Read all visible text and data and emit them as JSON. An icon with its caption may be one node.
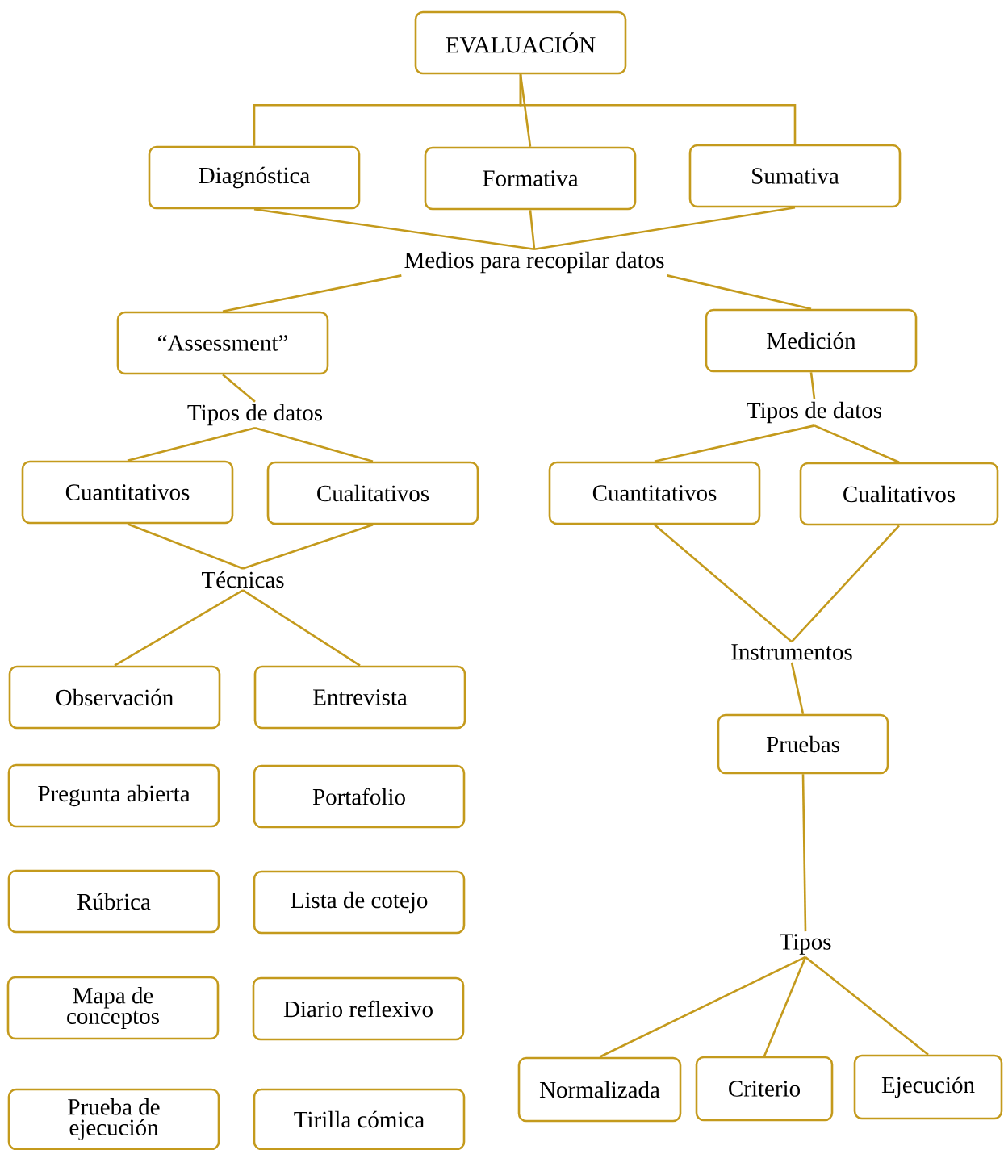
{
  "diagram": {
    "nodes": [
      {
        "text": [
          "EVALUACIÓN"
        ]
      },
      {
        "text": [
          "Diagnóstica"
        ]
      },
      {
        "text": [
          "Formativa"
        ]
      },
      {
        "text": [
          "Sumativa"
        ]
      },
      {
        "text": [
          "Medios para recopilar datos"
        ]
      },
      {
        "text": [
          "“Assessment”"
        ]
      },
      {
        "text": [
          "Medición"
        ]
      },
      {
        "text": [
          "Tipos de datos"
        ]
      },
      {
        "text": [
          "Tipos de datos"
        ]
      },
      {
        "text": [
          "Cuantitativos"
        ]
      },
      {
        "text": [
          "Cualitativos"
        ]
      },
      {
        "text": [
          "Cuantitativos"
        ]
      },
      {
        "text": [
          "Cualitativos"
        ]
      },
      {
        "text": [
          "Técnicas"
        ]
      },
      {
        "text": [
          "Instrumentos"
        ]
      },
      {
        "text": [
          "Observación"
        ]
      },
      {
        "text": [
          "Entrevista"
        ]
      },
      {
        "text": [
          "Pregunta abierta"
        ]
      },
      {
        "text": [
          "Portafolio"
        ]
      },
      {
        "text": [
          "Rúbrica"
        ]
      },
      {
        "text": [
          "Lista de cotejo"
        ]
      },
      {
        "text": [
          "Mapa de conceptos"
        ]
      },
      {
        "text": [
          "Diario reflexivo"
        ]
      },
      {
        "text": [
          "Prueba de ejecución"
        ]
      },
      {
        "text": [
          "Tirilla cómica"
        ]
      },
      {
        "text": [
          "Pruebas"
        ]
      },
      {
        "text": [
          "Tipos"
        ]
      },
      {
        "text": [
          "Normalizada"
        ]
      },
      {
        "text": [
          "Criterio"
        ]
      },
      {
        "text": [
          "Ejecución"
        ]
      }
    ],
    "edges": [
      {
        "from": 0,
        "to": 1,
        "arrow": "none"
      },
      {
        "from": 0,
        "to": 2,
        "arrow": "none"
      },
      {
        "from": 0,
        "to": 3,
        "arrow": "none"
      },
      {
        "from": 1,
        "to": 4,
        "arrow": "none"
      },
      {
        "from": 2,
        "to": 4,
        "arrow": "none"
      },
      {
        "from": 3,
        "to": 4,
        "arrow": "none"
      },
      {
        "from": 4,
        "to": 5,
        "arrow": "none"
      },
      {
        "from": 4,
        "to": 6,
        "arrow": "none"
      },
      {
        "from": 5,
        "to": 7,
        "arrow": "none"
      },
      {
        "from": 6,
        "to": 8,
        "arrow": "none"
      },
      {
        "from": 7,
        "to": 9,
        "arrow": "none"
      },
      {
        "from": 7,
        "to": 10,
        "arrow": "none"
      },
      {
        "from": 8,
        "to": 11,
        "arrow": "none"
      },
      {
        "from": 8,
        "to": 12,
        "arrow": "none"
      },
      {
        "from": 9,
        "to": 13,
        "arrow": "none"
      },
      {
        "from": 10,
        "to": 13,
        "arrow": "none"
      },
      {
        "from": 11,
        "to": 14,
        "arrow": "none"
      },
      {
        "from": 12,
        "to": 14,
        "arrow": "none"
      },
      {
        "from": 13,
        "to": 15,
        "arrow": "none"
      },
      {
        "from": 13,
        "to": 16,
        "arrow": "none"
      },
      {
        "from": 14,
        "to": 25,
        "arrow": "none"
      },
      {
        "from": 25,
        "to": 26,
        "arrow": "none"
      },
      {
        "from": 26,
        "to": 27,
        "arrow": "none"
      },
      {
        "from": 26,
        "to": 28,
        "arrow": "none"
      },
      {
        "from": 26,
        "to": 29,
        "arrow": "none"
      }
    ]
  }
}
